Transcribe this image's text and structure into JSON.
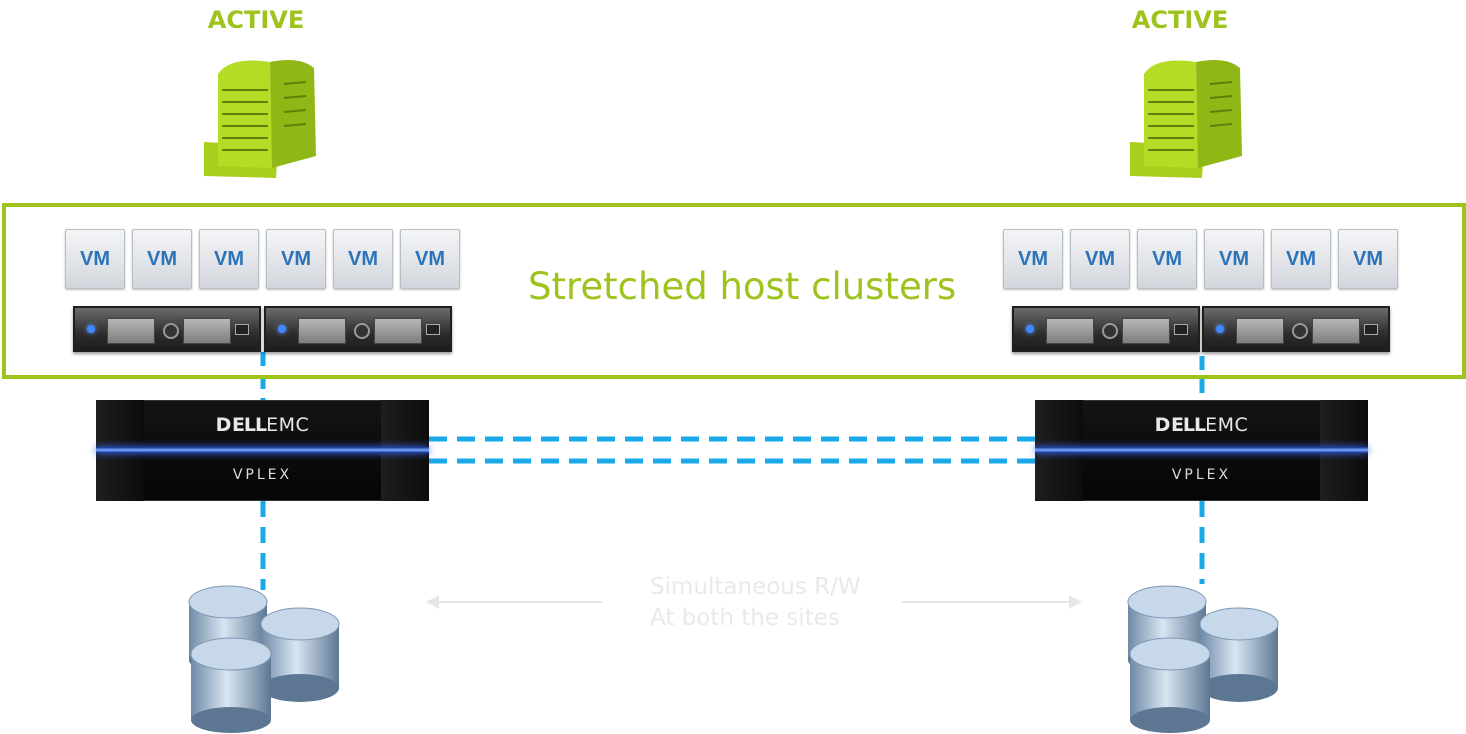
{
  "sites": [
    {
      "status": "ACTIVE",
      "vms": [
        "VM",
        "VM",
        "VM",
        "VM",
        "VM",
        "VM"
      ],
      "array_brand_a": "D",
      "array_brand_b": "ELL",
      "array_brand_c": "EMC",
      "array_model": "VPLEX"
    },
    {
      "status": "ACTIVE",
      "vms": [
        "VM",
        "VM",
        "VM",
        "VM",
        "VM",
        "VM"
      ],
      "array_brand_a": "D",
      "array_brand_b": "ELL",
      "array_brand_c": "EMC",
      "array_model": "VPLEX"
    }
  ],
  "cluster_title": "Stretched host clusters",
  "note": {
    "line1": "Simultaneous R/W",
    "line2": "At both the sites"
  },
  "colors": {
    "accent_green": "#9dc31c",
    "link_blue": "#1aa9e8",
    "vm_text": "#2c73b9"
  },
  "icons": [
    "building-icon",
    "server-icon",
    "vplex-appliance",
    "database-stack-icon",
    "arrow-left-icon",
    "arrow-right-icon"
  ]
}
